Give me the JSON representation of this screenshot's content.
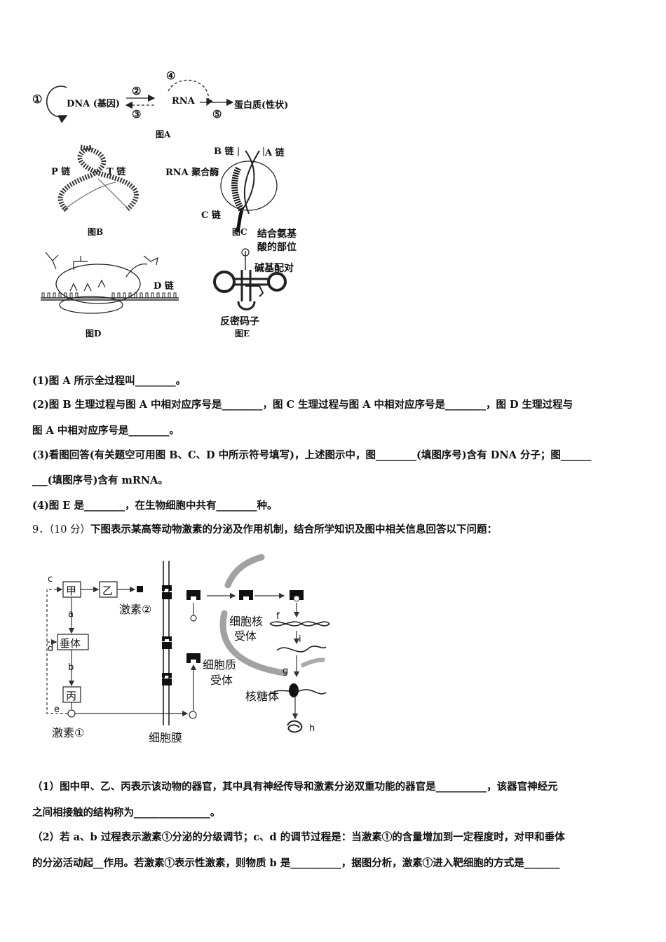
{
  "figA": {
    "c1": "①",
    "dna": "DNA (基因)",
    "c2": "②",
    "c3": "③",
    "c4": "④",
    "rna": "RNA",
    "c5": "⑤",
    "protein": "蛋白质(性状)",
    "caption": "图A"
  },
  "figB": {
    "p": "P 链",
    "t": "T 链",
    "caption": "图B"
  },
  "figC": {
    "b": "B 链",
    "a": "A 链",
    "enzyme": "RNA 聚合酶",
    "c": "C 链",
    "caption": "图C"
  },
  "figD": {
    "d": "D 链",
    "caption": "图D"
  },
  "figE": {
    "site1": "结合氨基",
    "site2": "酸的部位",
    "pair": "碱基配对",
    "anticodon": "反密码子",
    "caption": "图E"
  },
  "questions8": [
    "(1)图 A 所示全过程叫________。",
    "(2)图 B 生理过程与图 A 中相对应序号是________，图 C 生理过程与图 A 中相对应序号是________，图 D 生理过程与",
    "图 A 中相对应序号是________。",
    "(3)看图回答(有关题空可用图 B、C、D 中所示符号填写)，上述图示中，图________(填图序号)含有 DNA 分子；图______",
    "___(填图序号)含有 mRNA。",
    "(4)图 E 是________，在生物细胞中共有________种。"
  ],
  "q9": {
    "number": "9．（10 分）",
    "stem": "下图表示某高等动物激素的分泌及作用机制，结合所学知识及图中相关信息回答以下问题："
  },
  "fig9": {
    "c": "c",
    "jia": "甲",
    "yi": "乙",
    "hormone2": "激素②",
    "a": "a",
    "chuiti": "垂体",
    "d": "d",
    "b": "b",
    "bing": "丙",
    "e": "e",
    "hormone1": "激素①",
    "membrane": "细胞膜",
    "nuc1": "细胞核",
    "nuc2": "受体",
    "f": "f",
    "i": "i",
    "cyto1": "细胞质",
    "cyto2": "受体",
    "g": "g",
    "ribosome": "核糖体",
    "h": "h"
  },
  "questions9": [
    "（1）图中甲、乙、丙表示该动物的器官，其中具有神经传导和激素分泌双重功能的器官是__________，该器官神经元",
    "之间相接触的结构称为_______________。",
    "（2）若 a、b 过程表示激素①分泌的分级调节；c、d 的调节过程是：当激素①的含量增加到一定程度时，对甲和垂体",
    "的分泌活动起__作用。若激素①表示性激素，则物质 b 是__________，据图分析，激素①进入靶细胞的方式是_______"
  ]
}
